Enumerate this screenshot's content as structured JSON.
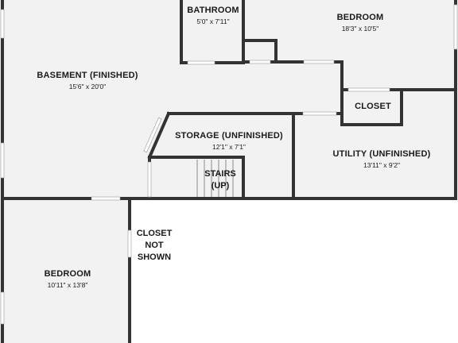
{
  "colors": {
    "wall": "#333333",
    "floor": "#f2f2f2",
    "door_opening": "#ffffff",
    "outside": "#ffffff"
  },
  "rooms": [
    {
      "id": "bathroom",
      "name": "BATHROOM",
      "dims": "5'0\" x 7'11\""
    },
    {
      "id": "bedroom-1",
      "name": "BEDROOM",
      "dims": "18'3\" x 10'5\""
    },
    {
      "id": "basement",
      "name": "BASEMENT (FINISHED)",
      "dims": "15'6\" x 20'0\""
    },
    {
      "id": "closet",
      "name": "CLOSET",
      "dims": ""
    },
    {
      "id": "storage",
      "name": "STORAGE (UNFINISHED)",
      "dims": "12'1\" x 7'1\""
    },
    {
      "id": "utility",
      "name": "UTILITY (UNFINISHED)",
      "dims": "13'11\" x 9'2\""
    },
    {
      "id": "stairs",
      "name": "STAIRS (UP)",
      "dims": ""
    },
    {
      "id": "bedroom-2",
      "name": "BEDROOM",
      "dims": "10'11\" x 13'8\""
    }
  ],
  "notes": {
    "closet_not_shown": "CLOSET NOT SHOWN"
  }
}
